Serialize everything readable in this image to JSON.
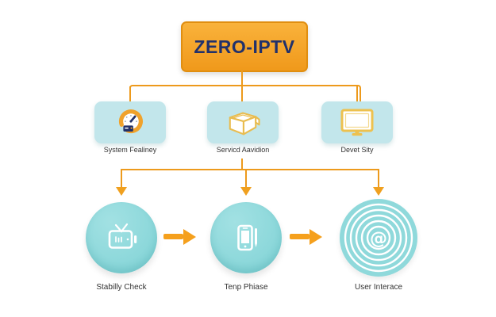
{
  "diagram": {
    "title": "ZERO-IPTV",
    "features": [
      {
        "label": "System Fealiney",
        "icon": "gauge-icon"
      },
      {
        "label": "Servicd Aavidion",
        "icon": "open-box-icon"
      },
      {
        "label": "Devet Sity",
        "icon": "monitor-icon"
      }
    ],
    "steps": [
      {
        "label": "Stabilly Check",
        "icon": "tv-icon"
      },
      {
        "label": "Tenp Phiase",
        "icon": "phone-icon"
      },
      {
        "label": "User Interace",
        "icon": "spiral-at-icon",
        "glyph": "@"
      }
    ],
    "colors": {
      "accent_orange": "#F2A01F",
      "title_fill": "#F5A728",
      "title_border": "#E08E10",
      "title_text": "#21316B",
      "feature_box_fill": "#C2E6EB",
      "step_circle_fill": "#86D6D9",
      "icon_yellow": "#EDC14F",
      "icon_navy": "#223168",
      "label_text": "#333333",
      "background": "#FFFFFF"
    }
  }
}
